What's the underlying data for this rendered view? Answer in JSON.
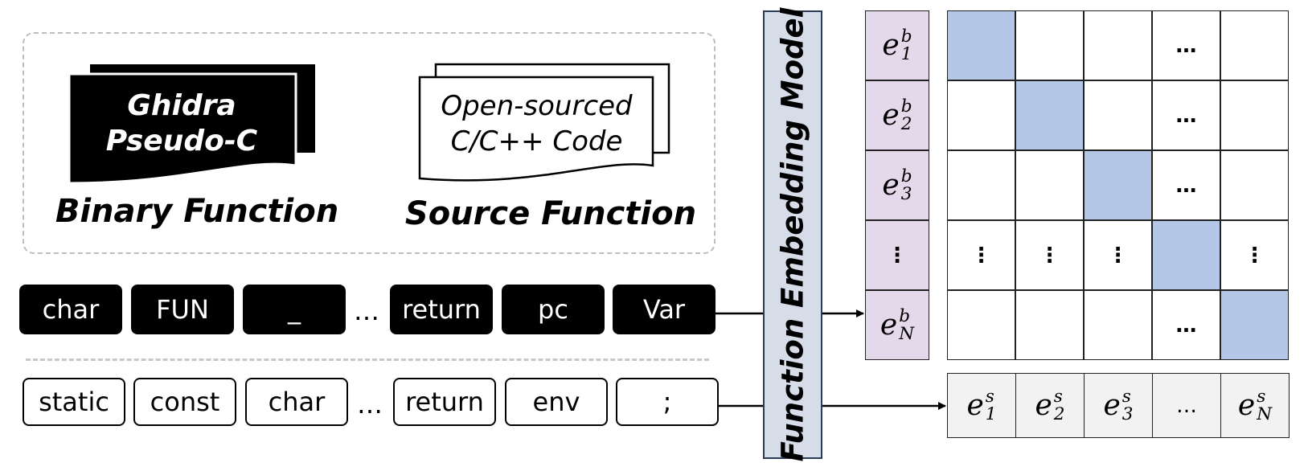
{
  "binary_doc": {
    "lines": [
      "Ghidra",
      "Pseudo-C"
    ],
    "caption": "Binary Function"
  },
  "source_doc": {
    "lines": [
      "Open-sourced",
      "C/C++ Code"
    ],
    "caption": "Source Function"
  },
  "binary_tokens": [
    "char",
    "FUN",
    "_",
    "…",
    "return",
    "pc",
    "Var"
  ],
  "source_tokens": [
    "static",
    "const",
    "char",
    "…",
    "return",
    "env",
    ";"
  ],
  "model_label": "Function Embedding Model",
  "binary_embeddings": [
    {
      "base": "e",
      "sub": "1",
      "sup": "b"
    },
    {
      "base": "e",
      "sub": "2",
      "sup": "b"
    },
    {
      "base": "e",
      "sub": "3",
      "sup": "b"
    },
    {
      "base": "⋮",
      "sub": "",
      "sup": ""
    },
    {
      "base": "e",
      "sub": "N",
      "sup": "b"
    }
  ],
  "source_embeddings": [
    {
      "base": "e",
      "sub": "1",
      "sup": "s"
    },
    {
      "base": "e",
      "sub": "2",
      "sup": "s"
    },
    {
      "base": "e",
      "sub": "3",
      "sup": "s"
    },
    {
      "base": "…",
      "sub": "",
      "sup": ""
    },
    {
      "base": "e",
      "sub": "N",
      "sup": "s"
    }
  ],
  "matrix": {
    "highlight_color": "#b4c7e7",
    "cells": [
      [
        "",
        "",
        "",
        "…",
        ""
      ],
      [
        "",
        "",
        "",
        "…",
        ""
      ],
      [
        "",
        "",
        "",
        "…",
        ""
      ],
      [
        "⋮",
        "⋮",
        "⋮",
        "",
        "⋮"
      ],
      [
        "",
        "",
        "",
        "…",
        ""
      ]
    ],
    "highlighted": [
      [
        0,
        0
      ],
      [
        1,
        1
      ],
      [
        2,
        2
      ],
      [
        3,
        3
      ],
      [
        4,
        4
      ]
    ]
  }
}
